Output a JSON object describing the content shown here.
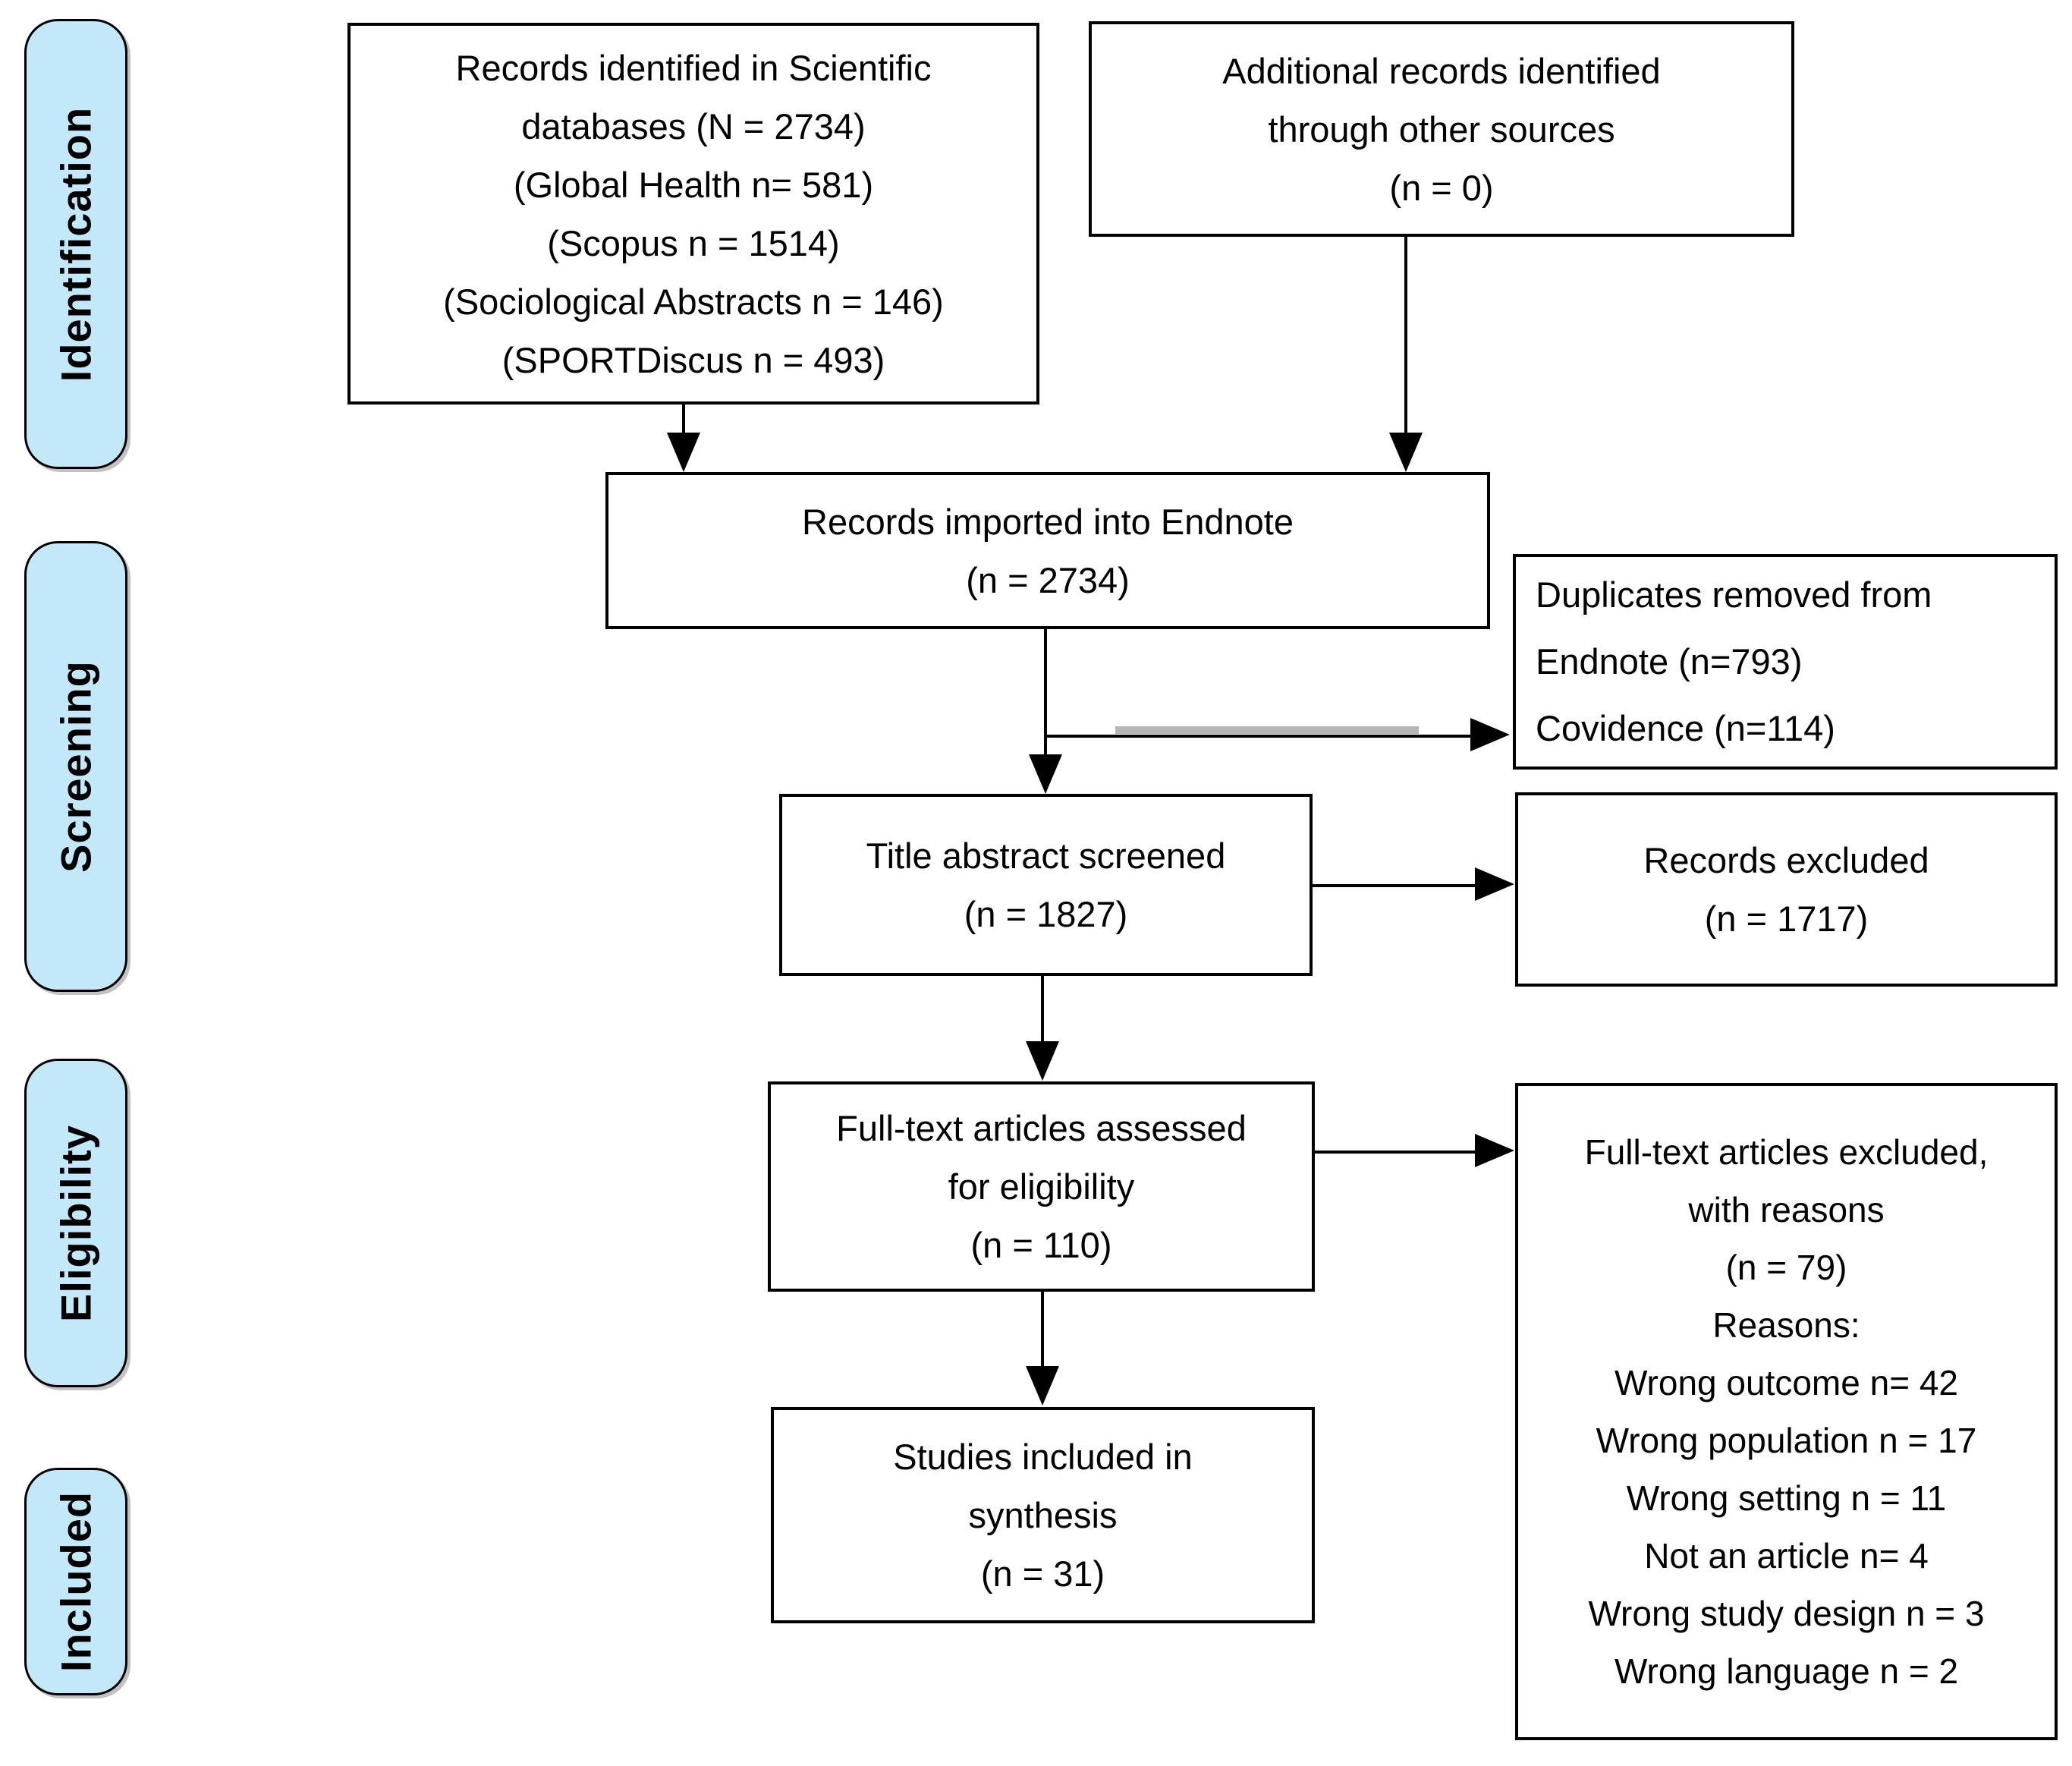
{
  "palette": {
    "page_bg": "#ffffff",
    "stage_fill": "#c2e8fa",
    "stage_border": "#000000",
    "box_fill": "#ffffff",
    "box_border": "#000000",
    "text_color": "#000000",
    "arrow_color": "#000000",
    "artifact_color": "#8f8f8f"
  },
  "stages": [
    {
      "label": "Identification"
    },
    {
      "label": "Screening"
    },
    {
      "label": "Eligibility"
    },
    {
      "label": "Included"
    }
  ],
  "boxes": {
    "databases": {
      "lines": [
        "Records identified in Scientific",
        "databases (N = 2734)",
        "(Global Health n= 581)",
        "(Scopus n = 1514)",
        "(Sociological Abstracts n = 146)",
        "(SPORTDiscus n = 493)"
      ]
    },
    "other_sources": {
      "lines": [
        "Additional records identified",
        "through other sources",
        "(n = 0)"
      ]
    },
    "imported": {
      "lines": [
        "Records imported into Endnote",
        "(n = 2734)"
      ]
    },
    "duplicates": {
      "lines": [
        "Duplicates removed from",
        "Endnote (n=793)",
        "Covidence (n=114)"
      ]
    },
    "title_screened": {
      "lines": [
        "Title abstract screened",
        "(n = 1827)"
      ]
    },
    "records_excluded": {
      "lines": [
        "Records excluded",
        "(n = 1717)"
      ]
    },
    "fulltext_assessed": {
      "lines": [
        "Full-text articles assessed",
        "for eligibility",
        "(n = 110)"
      ]
    },
    "fulltext_excluded": {
      "lines": [
        "Full-text articles excluded,",
        "with reasons",
        "(n = 79)",
        "Reasons:",
        "Wrong outcome n= 42",
        "Wrong population n = 17",
        "Wrong setting n = 11",
        "Not an article n= 4",
        "Wrong study design n = 3",
        "Wrong language n = 2"
      ]
    },
    "included_synthesis": {
      "lines": [
        "Studies included in",
        "synthesis",
        "(n = 31)"
      ]
    }
  }
}
